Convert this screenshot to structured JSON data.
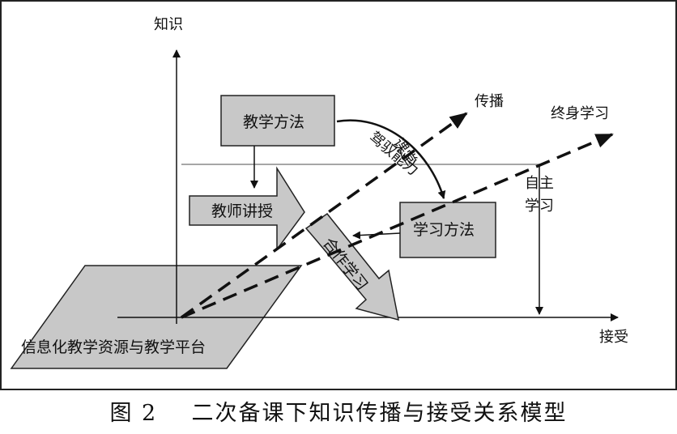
{
  "figure": {
    "caption_number": "图 2",
    "caption_title": "二次备课下知识传播与接受关系模型"
  },
  "axes": {
    "vertical": "知识",
    "horizontal": "接受"
  },
  "nodes": {
    "teaching_method": "教学方法",
    "teacher_lecture": "教师讲授",
    "learning_method": "学习方法",
    "cooperative_learning": "合作学习",
    "platform": "信息化教学资源与教学平台"
  },
  "flows": {
    "dissemination": "传播",
    "lifelong_learning": "终身学习",
    "independent_learning_line1": "自主",
    "independent_learning_line2": "学习",
    "course_ability_line1": "课堂",
    "course_ability_line2": "驾驭能力"
  }
}
